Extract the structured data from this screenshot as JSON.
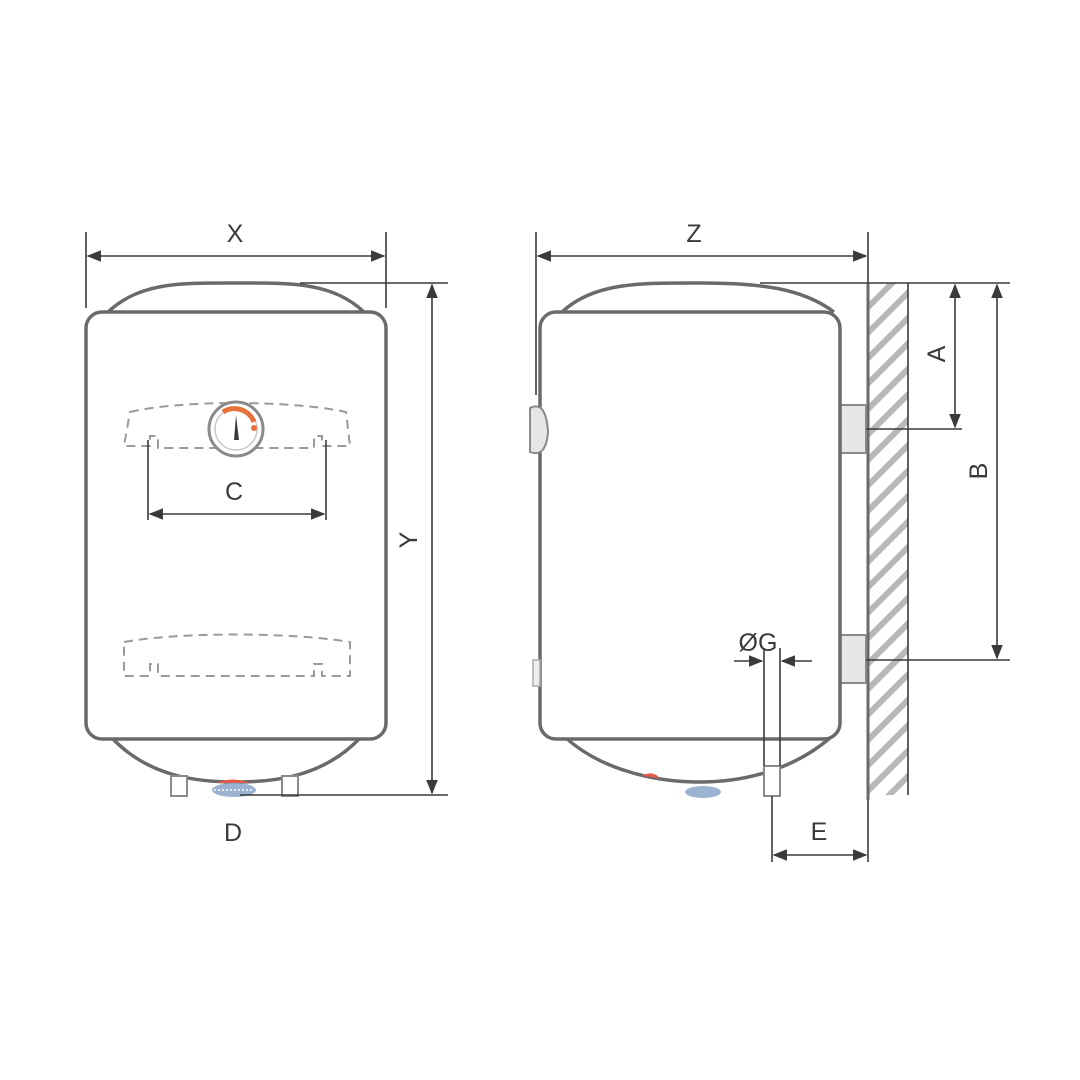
{
  "diagram": {
    "dimension_labels": {
      "x": "X",
      "y": "Y",
      "c": "C",
      "d": "D",
      "z": "Z",
      "a": "A",
      "b": "B",
      "g": "ØG",
      "e": "E"
    },
    "colors": {
      "outline": "#6a6a6a",
      "dimension_line": "#3a3a3a",
      "gauge_accent": "#e8703a",
      "thermostat_red": "#e25a4a",
      "knob_blue": "#8aa4c8"
    },
    "icons": [
      "temperature-gauge-icon",
      "thermostat-knob-icon",
      "wall-hatching"
    ]
  }
}
